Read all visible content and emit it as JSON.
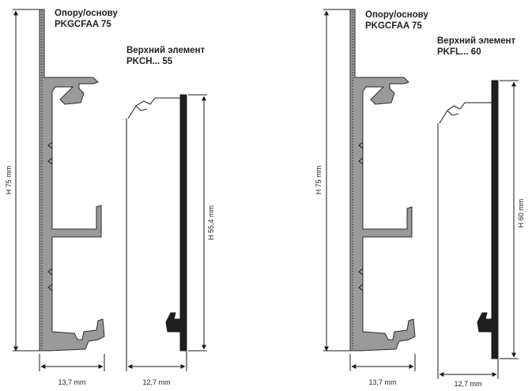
{
  "left": {
    "base_title": "Опору/основу",
    "base_code": "PKGCFAA 75",
    "top_title": "Верхний элемент",
    "top_code": "PKCH... 55",
    "height_base": "H 75 mm",
    "height_top": "H 55,4 mm",
    "width_base": "13,7 mm",
    "width_top": "12,7 mm"
  },
  "right": {
    "base_title": "Опору/основу",
    "base_code": "PKGCFAA 75",
    "top_title": "Верхний элемент",
    "top_code": "PKFL... 60",
    "height_base": "H 75 mm",
    "height_top": "H 60 mm",
    "width_base": "13,7 mm",
    "width_top": "12,7 mm"
  },
  "colors": {
    "profile_fill": "#9a9a9a",
    "dark_fill": "#1e1e1e",
    "line": "#1a1a1a"
  }
}
